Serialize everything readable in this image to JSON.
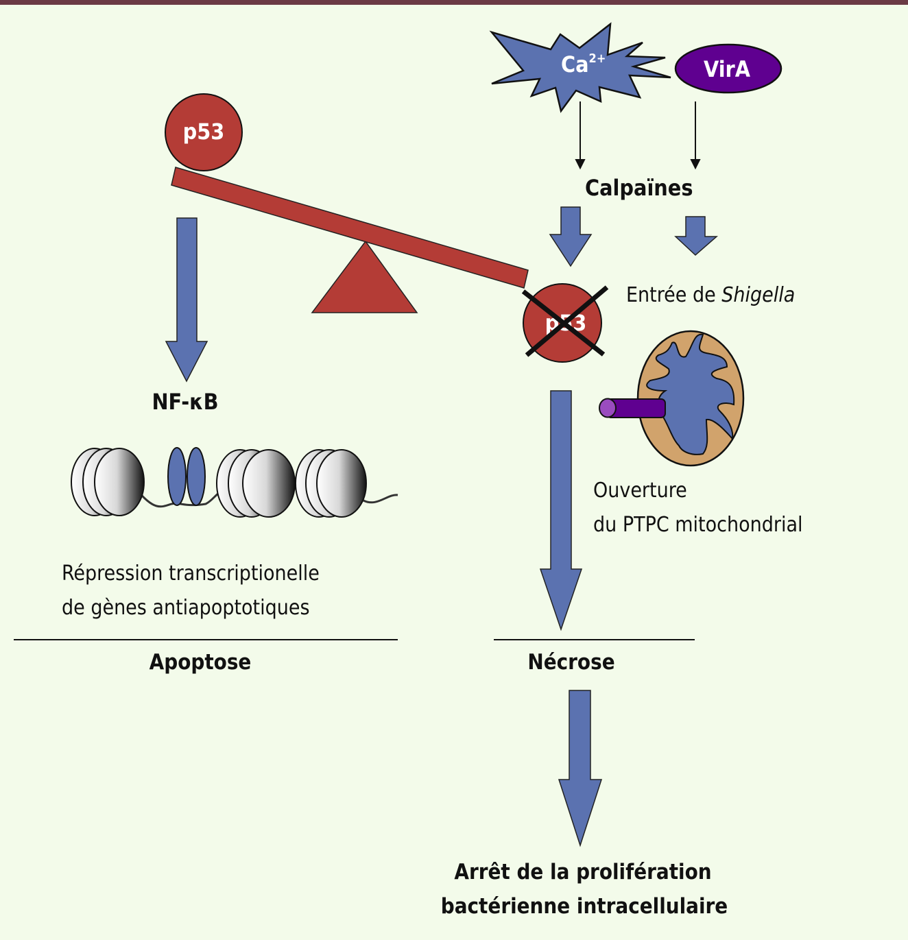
{
  "colors": {
    "background": "#f3fbea",
    "top_border": "#6b3a45",
    "blue": "#5b72b0",
    "red": "#b43c36",
    "purple": "#5f0090",
    "tan": "#d1a36c"
  },
  "nodes": {
    "calcium": {
      "base": "Ca",
      "sup": "2+"
    },
    "vira": "VirA",
    "p53_top": "p53",
    "p53_crossed": "p53",
    "calpaines": "Calpaïnes",
    "shigella_entry": {
      "prefix": "Entrée de ",
      "italic": "Shigella"
    },
    "nfkb": "NF-κB",
    "repression": [
      "Répression transcriptionelle",
      "de gènes antiapoptotiques"
    ],
    "ptpc": [
      "Ouverture",
      "du PTPC mitochondrial"
    ],
    "apoptose": "Apoptose",
    "necrose": "Nécrose",
    "outcome": [
      "Arrêt de la prolifération",
      "bactérienne intracellulaire"
    ]
  }
}
